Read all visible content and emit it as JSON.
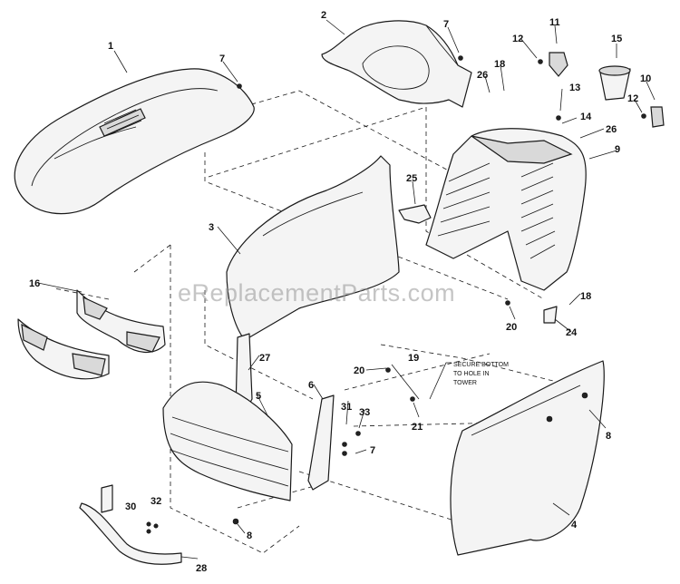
{
  "watermark": "eReplacementParts.com",
  "note": {
    "line1": "SECURE BOTTOM",
    "line2": "TO HOLE IN",
    "line3": "TOWER"
  },
  "callouts": {
    "c1": "1",
    "c2": "2",
    "c3": "3",
    "c4": "4",
    "c5": "5",
    "c6": "6",
    "c7a": "7",
    "c7b": "7",
    "c7c": "7",
    "c8a": "8",
    "c8b": "8",
    "c9": "9",
    "c10": "10",
    "c11": "11",
    "c12a": "12",
    "c12b": "12",
    "c13": "13",
    "c14": "14",
    "c15": "15",
    "c16": "16",
    "c18a": "18",
    "c18b": "18",
    "c19": "19",
    "c20a": "20",
    "c20b": "20",
    "c21": "21",
    "c24": "24",
    "c25": "25",
    "c26a": "26",
    "c26b": "26",
    "c27": "27",
    "c28": "28",
    "c30": "30",
    "c31": "31",
    "c32": "32",
    "c33": "33"
  }
}
